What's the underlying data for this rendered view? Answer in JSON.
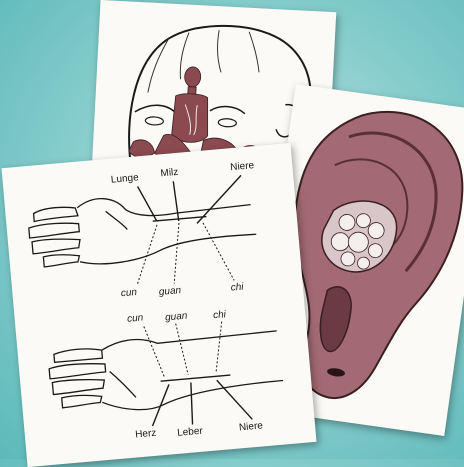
{
  "top_labels": [
    "Lunge",
    "Milz",
    "Niere"
  ],
  "mid_labels_upper": [
    "cun",
    "guan",
    "chi"
  ],
  "mid_labels_lower": [
    "cun",
    "guan",
    "chi"
  ],
  "bottom_labels": [
    "Herz",
    "Leber",
    "Niere"
  ],
  "colors": {
    "background": "#6cc3c3",
    "ear_fill": "#a46a73",
    "ear_dark": "#5a2f36",
    "face_organ": "#8a4a4f",
    "ink": "#1a1a1a"
  }
}
